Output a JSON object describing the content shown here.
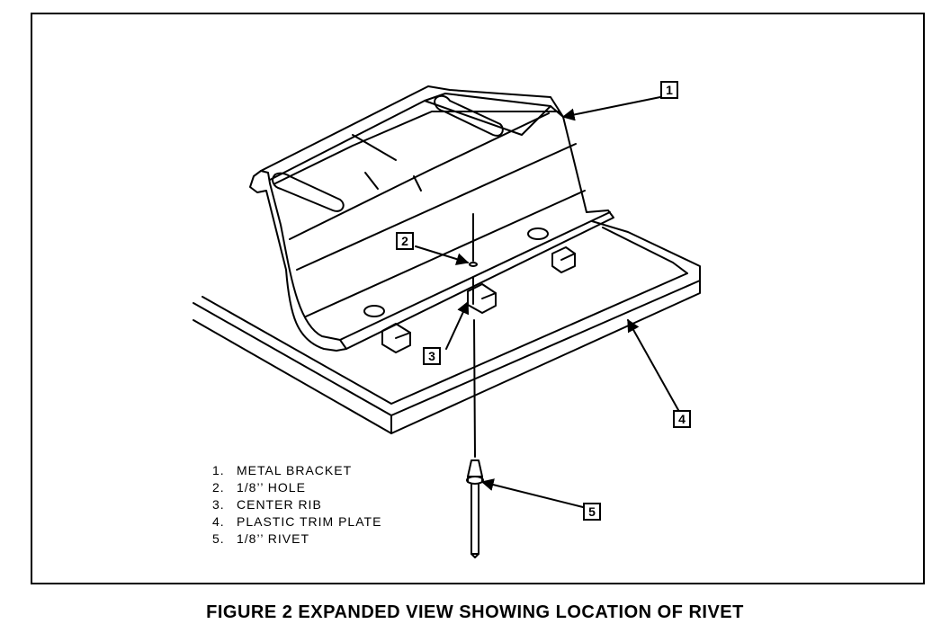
{
  "caption": "FIGURE 2 EXPANDED VIEW SHOWING LOCATION OF RIVET",
  "callouts": [
    "1",
    "2",
    "3",
    "4",
    "5"
  ],
  "legend": [
    {
      "num": "1.",
      "label": "METAL BRACKET"
    },
    {
      "num": "2.",
      "label": "1/8’’ HOLE"
    },
    {
      "num": "3.",
      "label": "CENTER RIB"
    },
    {
      "num": "4.",
      "label": "PLASTIC TRIM PLATE"
    },
    {
      "num": "5.",
      "label": "1/8’’ RIVET"
    }
  ]
}
